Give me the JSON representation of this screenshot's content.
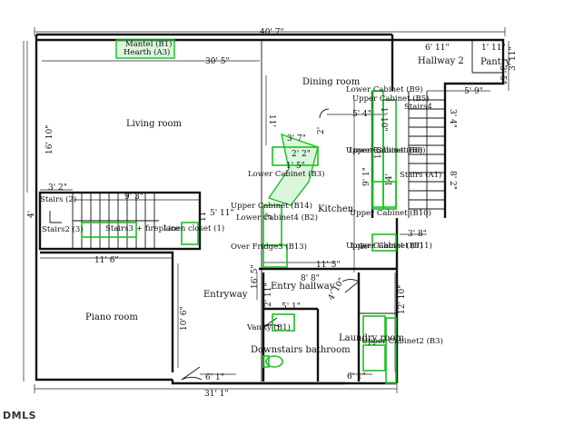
{
  "rooms": {
    "living_room": "Living room",
    "dining_room": "Dining room",
    "kitchen": "Kitchen",
    "piano_room": "Piano room",
    "entryway": "Entryway",
    "entry_hallway": "Entry hallway",
    "downstairs_bathroom": "Downstairs bathroom",
    "laundry_room": "Laundry room",
    "hallway_2": "Hallway 2",
    "pantry": "Pantry"
  },
  "fixtures": {
    "mantel": "Mantel (B1)",
    "hearth": "Hearth (A3)",
    "lower_cabinet_b9": "Lower Cabinet (B9)",
    "upper_cabinet_b5": "Upper Cabinet (B5)",
    "stairs4": "Stairs4",
    "upper_cabinet_b8": "Upper Cabinet (B8)",
    "lower_cabinet_b8": "Lower Cabinet (B8)",
    "stairs_a1": "Stairs (A1)",
    "lower_cabinet_b3": "Lower Cabinet (B3)",
    "upper_cabinet_b14": "Upper Cabinet (B14)",
    "lower_cabinet_b2": "Lower Cabinet4 (B2)",
    "upper_cabinet_b10": "Upper Cabinet (B10)",
    "over_fridge": "Over Fridge3 (B13)",
    "upper_cabinet_b7": "Upper Cabinet (B7)",
    "lower_cabinet_b11": "Lower Cabinet (B11)",
    "stairs_left": "Stairs (2)",
    "stairs2": "Stairs2 (3)",
    "stairs3": "Stairs3",
    "fireplace": "+ fireplace",
    "linen_closet": "Linen closet (1)",
    "vanity": "Vanity (B1)",
    "laundry_cabinet": "Upper Cabinet2 (B3)"
  },
  "dimensions": {
    "overall_width": "40' 7\"",
    "living_width": "30' 5\"",
    "living_depth": "16' 10\"",
    "dining_depth": "11'",
    "hall2_width": "6' 11\"",
    "pantry_width": "1' 11\"",
    "hall2_height": "3' 11\"",
    "pantry_depth": "3' 5\"",
    "hall2_bottom": "5' 9\"",
    "kitchen_upper": "5' 4\"",
    "peninsula": "3' 7\"",
    "stair_small": "3' 4\"",
    "stair_side": "8' 2\"",
    "stair_left_small": "3' 2\"",
    "stair_left_width": "9' 3\"",
    "stair_left_height": "4'",
    "closet_width": "5' 11\"",
    "stair_left_1": "11'",
    "bottom_width": "31' 1\"",
    "piano_width": "11' 6\"",
    "piano_depth": "10' 6\"",
    "kitchen_bottom": "11' 5\"",
    "entry_hall_width": "8' 8\"",
    "entry_hall_depth": "16' 5\"",
    "bath_depth": "5' 1\"",
    "laundry_depth": "12' 10\"",
    "laundry_bottom": "6' 1\"",
    "door_bottom": "6' 1\"",
    "diag": "4' 10\"",
    "kitchen_right": "3' 8\"",
    "vert_1": "9' 1\"",
    "vert_2": "14'",
    "vert_3": "18'",
    "small_1": "1' 10\"",
    "small_2": "2'",
    "small_3": "2' 2\"",
    "small_4": "1' 5\"",
    "small_5": "3'",
    "small_6": "5'",
    "small_7": "2' 11\""
  },
  "watermark": "DMLS"
}
